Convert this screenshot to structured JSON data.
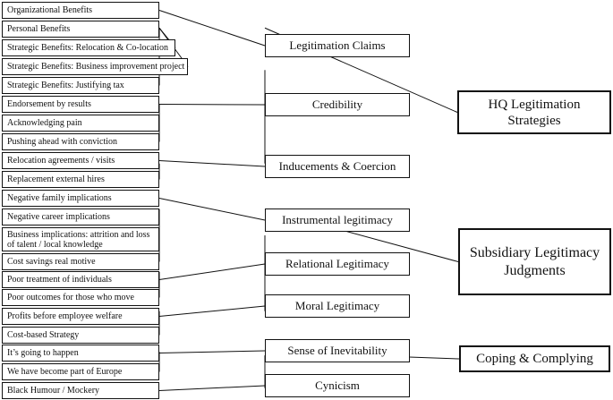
{
  "leaves": [
    {
      "id": "organizational-benefits",
      "label": "Organizational Benefits"
    },
    {
      "id": "personal-benefits",
      "label": "Personal Benefits"
    },
    {
      "id": "relocation-colocation",
      "label": "Strategic Benefits: Relocation & Co-location"
    },
    {
      "id": "business-improvement",
      "label": "Strategic Benefits: Business improvement project"
    },
    {
      "id": "justifying-tax",
      "label": "Strategic Benefits: Justifying tax"
    },
    {
      "id": "endorsement-by-results",
      "label": "Endorsement by results"
    },
    {
      "id": "acknowledging-pain",
      "label": "Acknowledging pain"
    },
    {
      "id": "pushing-ahead",
      "label": "Pushing ahead with conviction"
    },
    {
      "id": "relocation-agreements",
      "label": "Relocation agreements / visits"
    },
    {
      "id": "replacement-hires",
      "label": "Replacement external hires"
    },
    {
      "id": "negative-family",
      "label": "Negative family implications"
    },
    {
      "id": "negative-career",
      "label": "Negative career implications"
    },
    {
      "id": "business-implications",
      "label": "Business implications: attrition and loss of talent / local knowledge"
    },
    {
      "id": "cost-savings",
      "label": "Cost savings real motive"
    },
    {
      "id": "poor-treatment",
      "label": "Poor treatment of individuals"
    },
    {
      "id": "poor-outcomes",
      "label": "Poor outcomes for those who move"
    },
    {
      "id": "profits-before-welfare",
      "label": "Profits before employee welfare"
    },
    {
      "id": "cost-based-strategy",
      "label": "Cost-based Strategy"
    },
    {
      "id": "going-to-happen",
      "label": "It’s going to happen"
    },
    {
      "id": "part-of-europe",
      "label": "We have become part of Europe"
    },
    {
      "id": "black-humour",
      "label": "Black Humour / Mockery"
    }
  ],
  "categories": [
    {
      "id": "legitimation-claims",
      "label": "Legitimation Claims"
    },
    {
      "id": "credibility",
      "label": "Credibility"
    },
    {
      "id": "inducements-coercion",
      "label": "Inducements & Coercion"
    },
    {
      "id": "instrumental-legitimacy",
      "label": "Instrumental legitimacy"
    },
    {
      "id": "relational-legitimacy",
      "label": "Relational Legitimacy"
    },
    {
      "id": "moral-legitimacy",
      "label": "Moral Legitimacy"
    },
    {
      "id": "sense-of-inevitability",
      "label": "Sense of Inevitability"
    },
    {
      "id": "cynicism",
      "label": "Cynicism"
    }
  ],
  "outcomes": [
    {
      "id": "hq-legitimation-strategies",
      "label": "HQ Legitimation Strategies"
    },
    {
      "id": "subsidiary-legitimacy-judgments",
      "label": "Subsidiary Legitimacy Judgments"
    },
    {
      "id": "coping-complying",
      "label": "Coping & Complying"
    }
  ],
  "links": [
    [
      "organizational-benefits",
      "legitimation-claims"
    ],
    [
      "personal-benefits",
      "legitimation-claims"
    ],
    [
      "relocation-colocation",
      "legitimation-claims"
    ],
    [
      "business-improvement",
      "legitimation-claims"
    ],
    [
      "justifying-tax",
      "legitimation-claims"
    ],
    [
      "endorsement-by-results",
      "credibility"
    ],
    [
      "acknowledging-pain",
      "credibility"
    ],
    [
      "pushing-ahead",
      "credibility"
    ],
    [
      "relocation-agreements",
      "inducements-coercion"
    ],
    [
      "replacement-hires",
      "inducements-coercion"
    ],
    [
      "negative-family",
      "instrumental-legitimacy"
    ],
    [
      "negative-career",
      "instrumental-legitimacy"
    ],
    [
      "business-implications",
      "instrumental-legitimacy"
    ],
    [
      "cost-savings",
      "instrumental-legitimacy"
    ],
    [
      "poor-treatment",
      "relational-legitimacy"
    ],
    [
      "poor-outcomes",
      "relational-legitimacy"
    ],
    [
      "profits-before-welfare",
      "moral-legitimacy"
    ],
    [
      "cost-based-strategy",
      "moral-legitimacy"
    ],
    [
      "going-to-happen",
      "sense-of-inevitability"
    ],
    [
      "part-of-europe",
      "sense-of-inevitability"
    ],
    [
      "black-humour",
      "cynicism"
    ],
    [
      "legitimation-claims",
      "hq-legitimation-strategies"
    ],
    [
      "credibility",
      "hq-legitimation-strategies"
    ],
    [
      "inducements-coercion",
      "hq-legitimation-strategies"
    ],
    [
      "instrumental-legitimacy",
      "subsidiary-legitimacy-judgments"
    ],
    [
      "relational-legitimacy",
      "subsidiary-legitimacy-judgments"
    ],
    [
      "moral-legitimacy",
      "subsidiary-legitimacy-judgments"
    ],
    [
      "sense-of-inevitability",
      "coping-complying"
    ],
    [
      "cynicism",
      "coping-complying"
    ]
  ]
}
